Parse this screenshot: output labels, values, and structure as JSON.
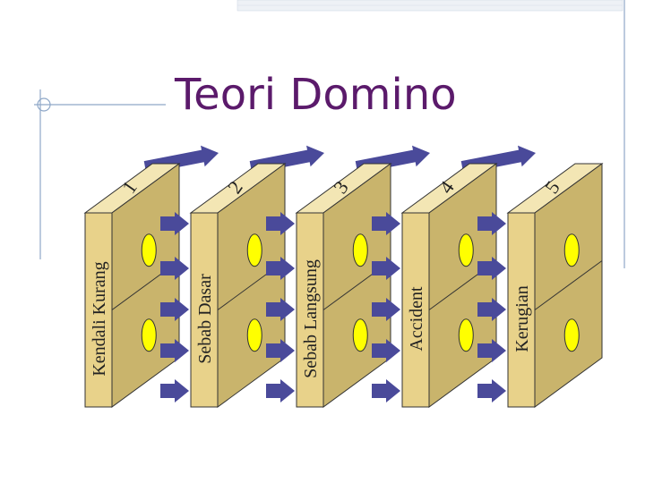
{
  "slide": {
    "title": "Teori Domino",
    "colors": {
      "title": "#5b1a6b",
      "domino_front": "#e8d28a",
      "domino_side": "#c9b46c",
      "domino_top": "#f3e6b4",
      "outline": "#333333",
      "dot_fill": "#ffff00",
      "arrow": "#4a4a9a",
      "decor_line": "#8fa8c8"
    }
  },
  "dominoes": [
    {
      "number": "1",
      "label": "Kendali Kurang"
    },
    {
      "number": "2",
      "label": "Sebab Dasar"
    },
    {
      "number": "3",
      "label": "Sebab Langsung"
    },
    {
      "number": "4",
      "label": "Accident"
    },
    {
      "number": "5",
      "label": "Kerugian"
    }
  ]
}
